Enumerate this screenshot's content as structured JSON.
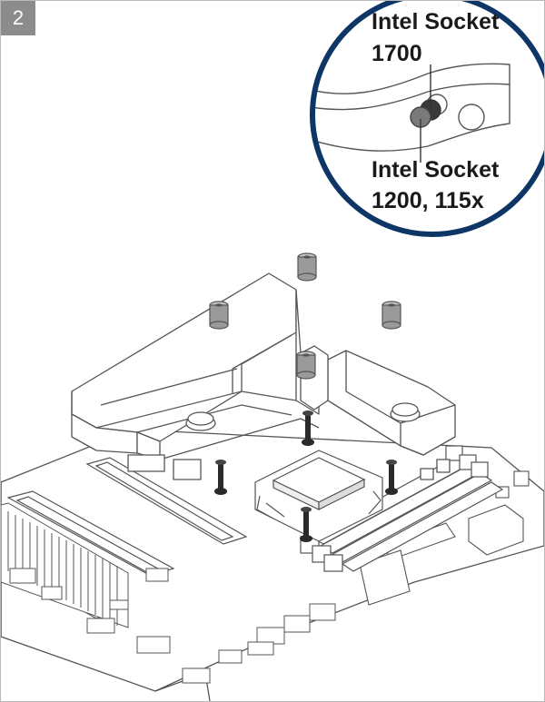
{
  "step": {
    "number": "2"
  },
  "callout": {
    "label_top_line1": "Intel Socket",
    "label_top_line2": "1700",
    "label_bottom_line1": "Intel Socket",
    "label_bottom_line2": "1200, 115x"
  },
  "colors": {
    "badge": "#8c8c8c",
    "circle_ring": "#0d3566",
    "standoff_fill": "#9a9a9a",
    "screw_fill": "#2a2a2a",
    "line": "#555555"
  },
  "icons": {
    "standoff": "standoff-icon",
    "screw": "screw-icon"
  }
}
